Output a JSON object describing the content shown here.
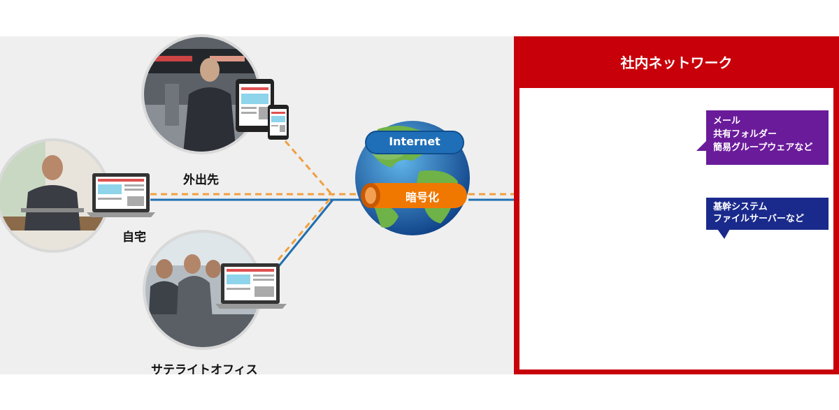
{
  "locations": {
    "outside": "外出先",
    "home": "自宅",
    "satellite_office": "サテライトオフィス"
  },
  "internet": {
    "label": "Internet",
    "encryption_label": "暗号化"
  },
  "company_network": {
    "title": "社内ネットワーク",
    "server_callout": [
      "メール",
      "共有フォルダー",
      "簡易グループウェアなど"
    ],
    "core_callout": [
      "基幹システム",
      "ファイルサーバーなど"
    ]
  },
  "colors": {
    "network_red": "#c8000a",
    "purple_callout": "#6a1b9a",
    "navy_callout": "#1a2a8c",
    "line_blue": "#1f6fb0",
    "dashed_orange": "#f0a040",
    "pill_orange": "#f07800",
    "pill_blue": "#1f6fb8"
  }
}
